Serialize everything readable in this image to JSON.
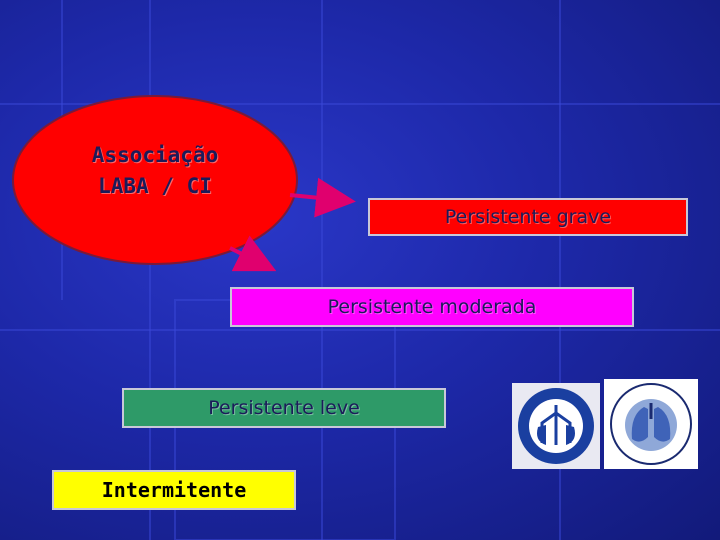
{
  "diagram": {
    "ellipse_label_line1": "Associação",
    "ellipse_label_line2": "LABA / CI",
    "levels": {
      "grave": "Persistente grave",
      "moderada": "Persistente moderada",
      "leve": "Persistente leve",
      "intermitente": "Intermitente"
    }
  },
  "logos": {
    "sbpt": "sociedade-brasileira-de-pneumologia-logo",
    "gina": "global-initiative-for-asthma-logo"
  },
  "colors": {
    "background": "#1d28a8",
    "ellipse": "#ff0000",
    "grave": "#ff0000",
    "moderada": "#ff00ff",
    "leve": "#2e9a68",
    "intermitente": "#ffff00",
    "arrow": "#e0006e"
  }
}
